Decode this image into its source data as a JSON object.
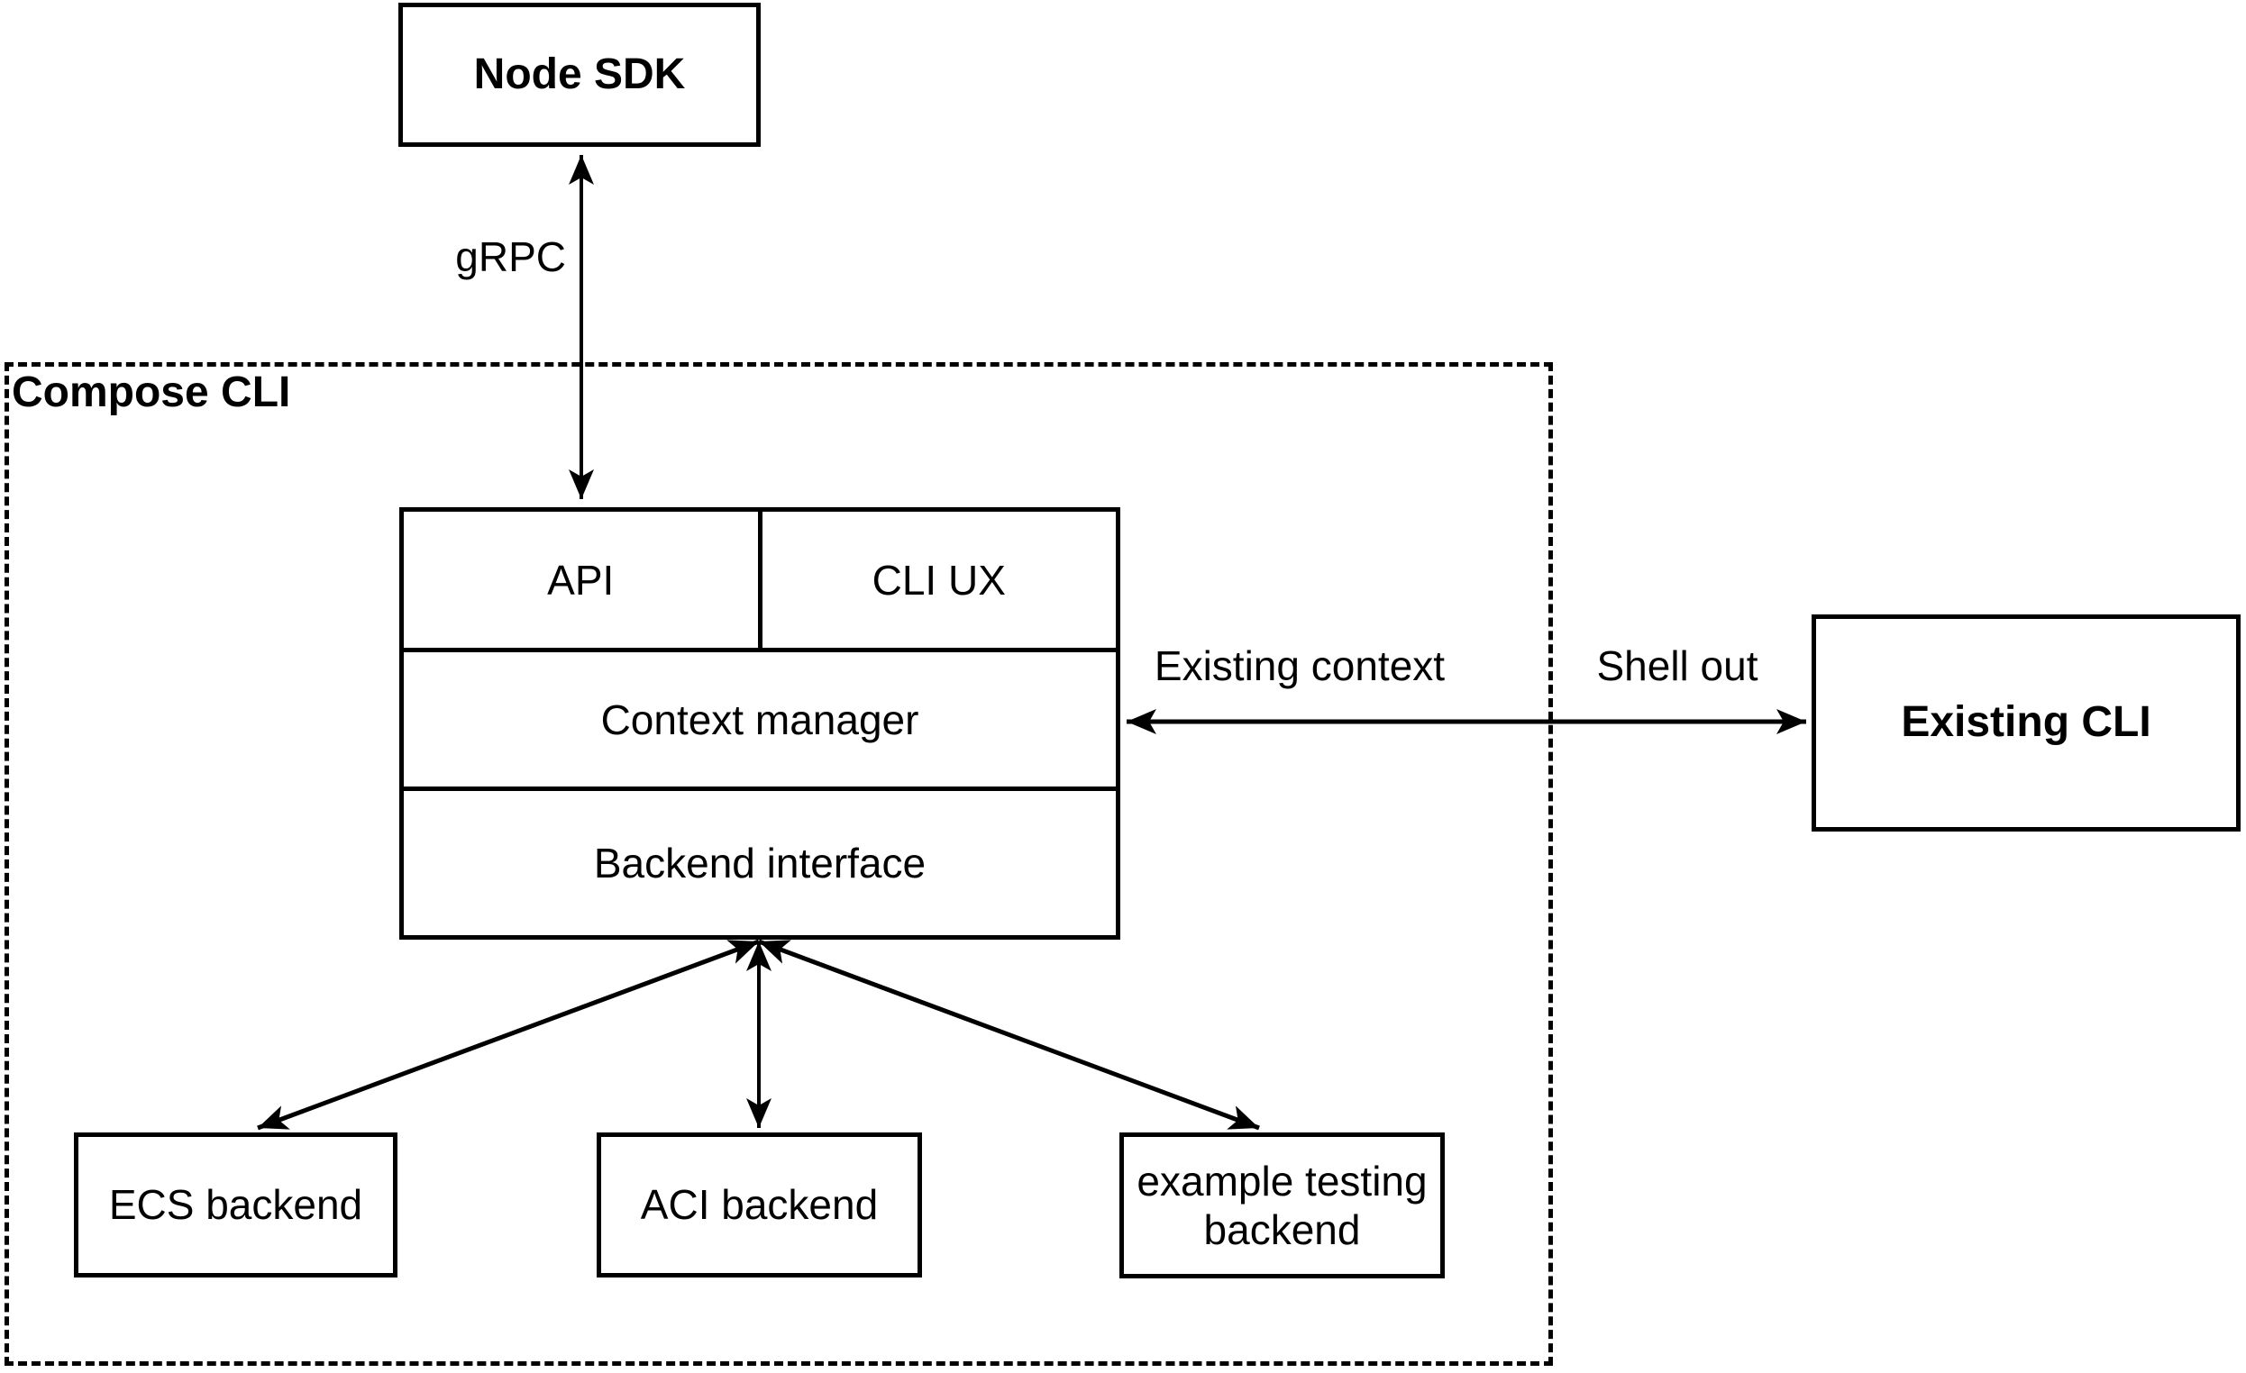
{
  "diagram": {
    "type": "architecture-diagram",
    "colors": {
      "stroke": "#000000",
      "background": "#ffffff"
    },
    "nodes": {
      "node_sdk": {
        "label": "Node SDK"
      },
      "compose_cli": {
        "label": "Compose CLI"
      },
      "api": {
        "label": "API"
      },
      "cli_ux": {
        "label": "CLI UX"
      },
      "context_manager": {
        "label": "Context manager"
      },
      "backend_interface": {
        "label": "Backend interface"
      },
      "existing_cli": {
        "label": "Existing CLI"
      },
      "ecs_backend": {
        "label": "ECS backend"
      },
      "aci_backend": {
        "label": "ACI backend"
      },
      "example_testing_backend": {
        "label": "example testing backend"
      }
    },
    "edges": {
      "grpc": {
        "label": "gRPC"
      },
      "existing_context": {
        "label": "Existing context"
      },
      "shell_out": {
        "label": "Shell out"
      }
    }
  }
}
